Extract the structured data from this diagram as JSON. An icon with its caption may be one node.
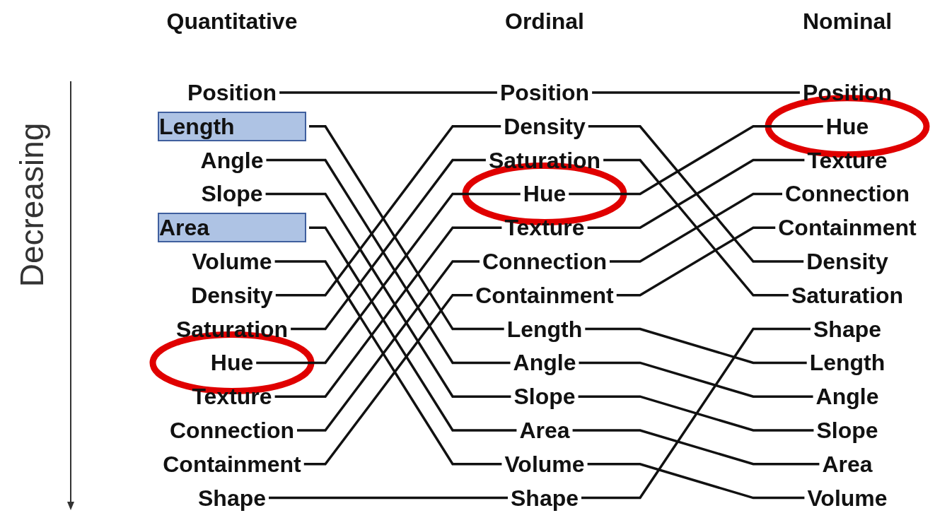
{
  "diagram": {
    "nodes": [
      {
        "text": [
          "Position"
        ]
      },
      {
        "text": [
          "Length"
        ]
      },
      {
        "text": [
          "Angle"
        ]
      },
      {
        "text": [
          "Slope"
        ]
      },
      {
        "text": [
          "Area"
        ]
      },
      {
        "text": [
          "Volume"
        ]
      },
      {
        "text": [
          "Density"
        ]
      },
      {
        "text": [
          "Saturation"
        ]
      },
      {
        "text": [
          "Hue"
        ]
      },
      {
        "text": [
          "Texture"
        ]
      },
      {
        "text": [
          "Connection"
        ]
      },
      {
        "text": [
          "Containment"
        ]
      },
      {
        "text": [
          "Shape"
        ]
      },
      {
        "text": [
          "Position"
        ]
      },
      {
        "text": [
          "Density"
        ]
      },
      {
        "text": [
          "Saturation"
        ]
      },
      {
        "text": [
          "Hue"
        ]
      },
      {
        "text": [
          "Texture"
        ]
      },
      {
        "text": [
          "Connection"
        ]
      },
      {
        "text": [
          "Containment"
        ]
      },
      {
        "text": [
          "Length"
        ]
      },
      {
        "text": [
          "Angle"
        ]
      },
      {
        "text": [
          "Slope"
        ]
      },
      {
        "text": [
          "Area"
        ]
      },
      {
        "text": [
          "Volume"
        ]
      },
      {
        "text": [
          "Shape"
        ]
      },
      {
        "text": [
          "Position"
        ]
      },
      {
        "text": [
          "Hue"
        ]
      },
      {
        "text": [
          "Texture"
        ]
      },
      {
        "text": [
          "Connection"
        ]
      },
      {
        "text": [
          "Containment"
        ]
      },
      {
        "text": [
          "Density"
        ]
      },
      {
        "text": [
          "Saturation"
        ]
      },
      {
        "text": [
          "Shape"
        ]
      },
      {
        "text": [
          "Length"
        ]
      },
      {
        "text": [
          "Angle"
        ]
      },
      {
        "text": [
          "Slope"
        ]
      },
      {
        "text": [
          "Area"
        ]
      },
      {
        "text": [
          "Volume"
        ]
      }
    ],
    "edges": [
      {
        "from": 0,
        "to": 13,
        "arrow": "none"
      },
      {
        "from": 1,
        "to": 20,
        "arrow": "none"
      },
      {
        "from": 2,
        "to": 21,
        "arrow": "none"
      },
      {
        "from": 3,
        "to": 22,
        "arrow": "none"
      },
      {
        "from": 4,
        "to": 23,
        "arrow": "none"
      },
      {
        "from": 5,
        "to": 24,
        "arrow": "none"
      },
      {
        "from": 6,
        "to": 14,
        "arrow": "none"
      },
      {
        "from": 7,
        "to": 15,
        "arrow": "none"
      },
      {
        "from": 8,
        "to": 16,
        "arrow": "none"
      },
      {
        "from": 9,
        "to": 17,
        "arrow": "none"
      },
      {
        "from": 10,
        "to": 18,
        "arrow": "none"
      },
      {
        "from": 11,
        "to": 19,
        "arrow": "none"
      },
      {
        "from": 12,
        "to": 25,
        "arrow": "none"
      },
      {
        "from": 13,
        "to": 26,
        "arrow": "none"
      },
      {
        "from": 14,
        "to": 31,
        "arrow": "none"
      },
      {
        "from": 15,
        "to": 32,
        "arrow": "none"
      },
      {
        "from": 16,
        "to": 27,
        "arrow": "none"
      },
      {
        "from": 17,
        "to": 28,
        "arrow": "none"
      },
      {
        "from": 18,
        "to": 29,
        "arrow": "none"
      },
      {
        "from": 19,
        "to": 30,
        "arrow": "none"
      },
      {
        "from": 20,
        "to": 34,
        "arrow": "none"
      },
      {
        "from": 21,
        "to": 35,
        "arrow": "none"
      },
      {
        "from": 22,
        "to": 36,
        "arrow": "none"
      },
      {
        "from": 23,
        "to": 37,
        "arrow": "none"
      },
      {
        "from": 24,
        "to": 38,
        "arrow": "none"
      },
      {
        "from": 25,
        "to": 33,
        "arrow": "none"
      }
    ],
    "labels": [
      "Quantitative",
      "Ordinal",
      "Nominal",
      "Decreasing"
    ]
  }
}
